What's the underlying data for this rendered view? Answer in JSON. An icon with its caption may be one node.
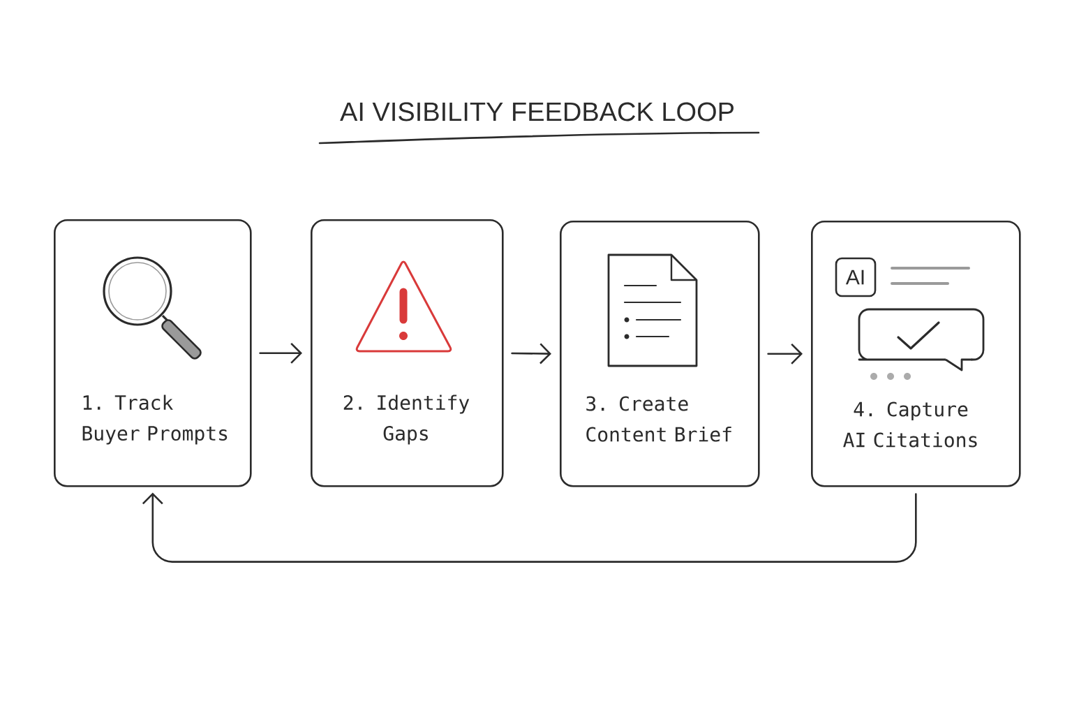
{
  "diagram": {
    "title": "AI VISIBILITY FEEDBACK LOOP",
    "nodes": [
      {
        "text": [
          "1. Track Buyer Prompts"
        ]
      },
      {
        "text": [
          "2. Identify Gaps"
        ]
      },
      {
        "text": [
          "3. Create Content Brief"
        ]
      },
      {
        "text": [
          "4. Capture AI Citations"
        ]
      }
    ],
    "edges": [
      {
        "from": 0,
        "to": 1,
        "arrow": "to"
      },
      {
        "from": 1,
        "to": 2,
        "arrow": "to"
      },
      {
        "from": 2,
        "to": 3,
        "arrow": "to"
      },
      {
        "from": 3,
        "to": 0,
        "arrow": "to"
      }
    ],
    "labels": [
      "AI"
    ]
  }
}
